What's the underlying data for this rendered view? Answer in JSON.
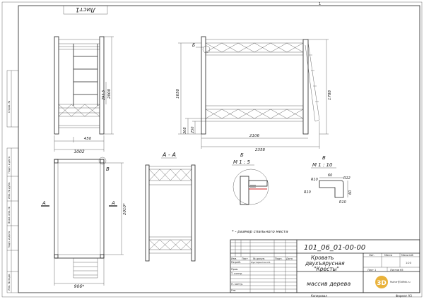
{
  "sheet": {
    "label": "Лист1",
    "page_number": "1",
    "designation": "101_06_01-00-00",
    "title_line1": "Кровать",
    "title_line2": "двухъярусная",
    "title_line3": "\"Кресты\"",
    "material": "массив дерева",
    "copied": "Копировал",
    "format": "Формат А3",
    "logo_text": "3D",
    "logo_caption": "fischer@3dfirbi.ru",
    "note": "* - размер спального места"
  },
  "title_block": {
    "hdr_izm": "Изм.",
    "hdr_list": "Лист",
    "hdr_doc": "№ докум.",
    "hdr_sign": "Подп.",
    "hdr_date": "Дата",
    "row_razrab": "Разраб.",
    "razrab_name": "Фунтерентов А.В.",
    "row_prov": "Пров.",
    "row_tkontr": "Т. контр.",
    "row_nkontr": "Н. контр.",
    "row_utv": "Утв.",
    "lit": "Лит.",
    "massa": "Масса",
    "masshtab": "Масштаб",
    "scale_value": "1:20",
    "list": "Лист 1",
    "listov": "Листов 65"
  },
  "side_stamp": {
    "s1": "Справ. №",
    "s2": "Подп. и дата",
    "s3": "Инв. № дубл.",
    "s4": "Взам. инв. №",
    "s5": "Подп. и дата",
    "s6": "Инв. № подл."
  },
  "dims": {
    "d1002": "1002",
    "d450": "450",
    "d2000": "2000",
    "d2955": "295,5",
    "d1650": "1650",
    "d1788": "1788",
    "d308": "308",
    "d250": "250",
    "d2106": "2106",
    "d2358": "2358",
    "d2010": "2010*",
    "d906": "906*",
    "b_label": "Б",
    "v_label": "В",
    "a_label": "А",
    "section_aa": "А - А",
    "detail_b": "Б",
    "detail_b_scale": "М 1 : 5",
    "detail_v": "В",
    "detail_v_scale": "М 1 : 10",
    "d60a": "60",
    "d60b": "60",
    "r10a": "R10",
    "r12": "R12",
    "r10b": "R10",
    "r10c": "R10"
  }
}
